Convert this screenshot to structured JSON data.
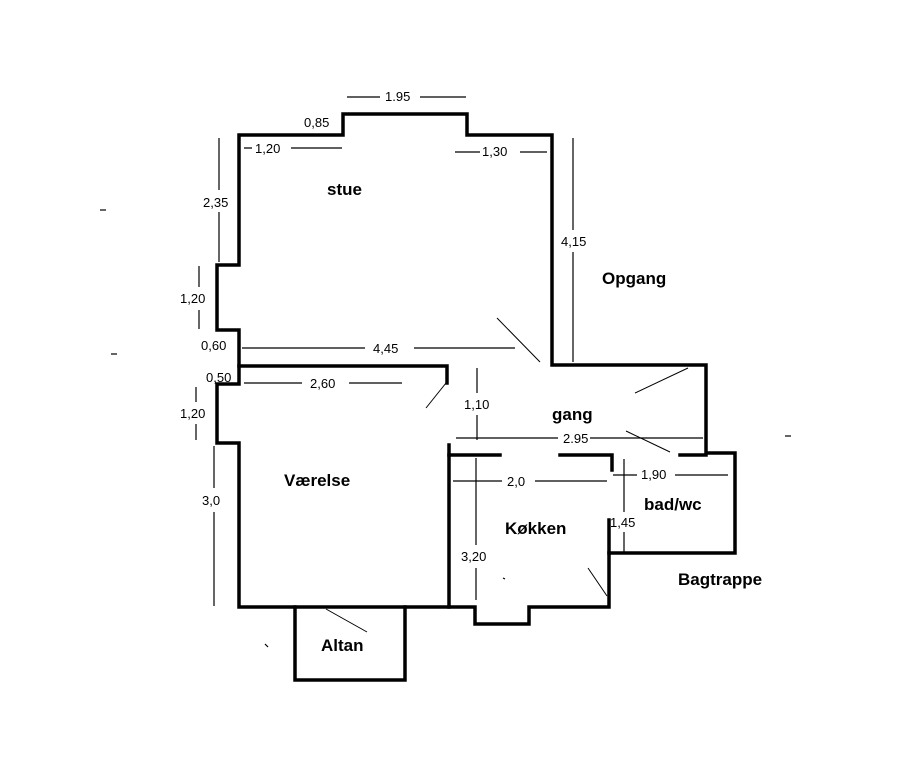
{
  "rooms": {
    "stue": "stue",
    "opgang": "Opgang",
    "gang": "gang",
    "vaerelse": "Værelse",
    "koekken": "Køkken",
    "badwc": "bad/wc",
    "bagtrappe": "Bagtrappe",
    "altan": "Altan"
  },
  "dimensions": {
    "top_width": "1.95",
    "top_step": "0,85",
    "stue_left_top": "1,20",
    "stue_right_top": "1,30",
    "stue_left_height": "2,35",
    "stue_right_height": "4,15",
    "recess_height": "1,20",
    "wall_step": "0,60",
    "stue_width": "4,45",
    "wall_step_lower": "0,50",
    "vaerelse_width": "2,60",
    "gang_depth": "1,10",
    "vaerelse_left_upper": "1,20",
    "gang_width": "2.95",
    "vaerelse_height": "3,0",
    "koekken_width": "2,0",
    "bad_width": "1,90",
    "bad_height": "1,45",
    "koekken_height": "3,20"
  }
}
